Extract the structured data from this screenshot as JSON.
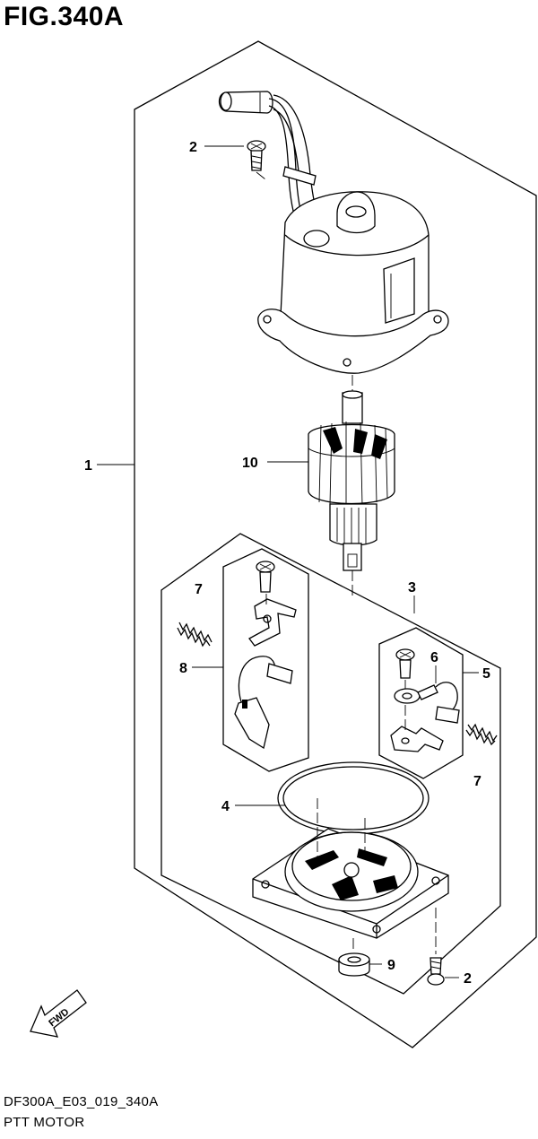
{
  "figure": {
    "title": "FIG.340A",
    "code": "DF300A_E03_019_340A",
    "name": "PTT MOTOR"
  },
  "callouts": [
    {
      "id": "c1",
      "label": "1"
    },
    {
      "id": "c2a",
      "label": "2"
    },
    {
      "id": "c2b",
      "label": "2"
    },
    {
      "id": "c3",
      "label": "3"
    },
    {
      "id": "c4",
      "label": "4"
    },
    {
      "id": "c5",
      "label": "5"
    },
    {
      "id": "c6",
      "label": "6"
    },
    {
      "id": "c7a",
      "label": "7"
    },
    {
      "id": "c7b",
      "label": "7"
    },
    {
      "id": "c8",
      "label": "8"
    },
    {
      "id": "c9",
      "label": "9"
    },
    {
      "id": "c10",
      "label": "10"
    }
  ],
  "direction_arrow": {
    "label": "FWD",
    "icon": "fwd-arrow-icon"
  }
}
